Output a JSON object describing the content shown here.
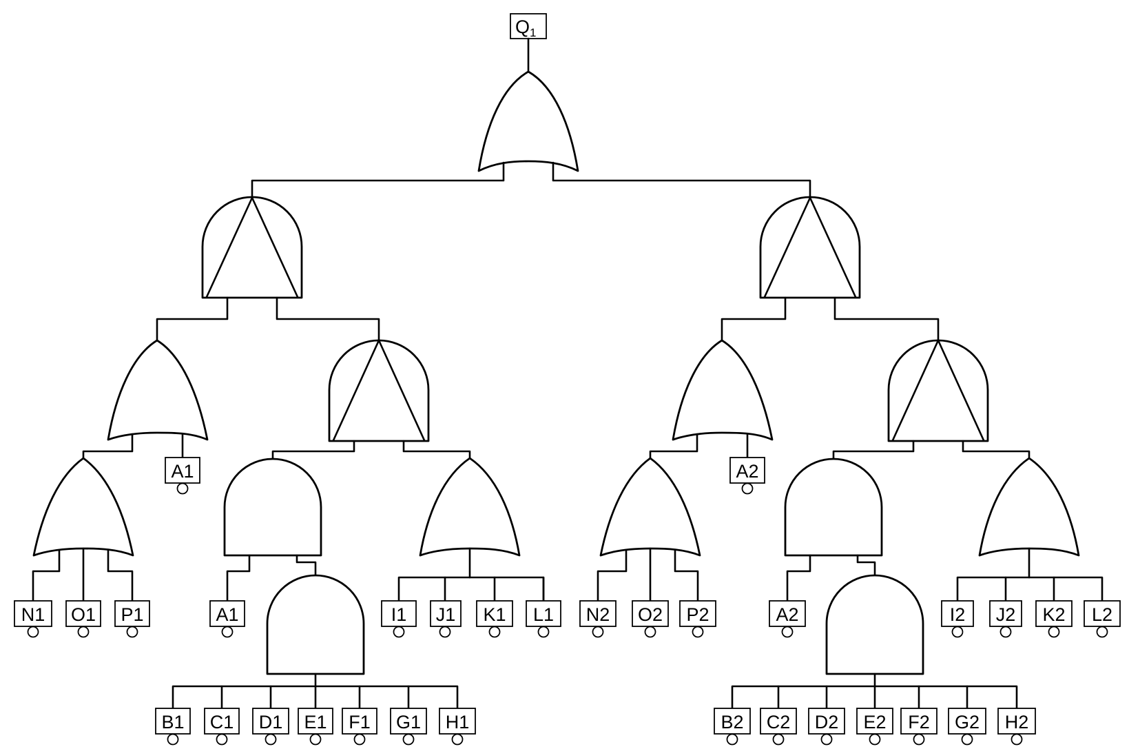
{
  "top_event": {
    "label": "Q",
    "subscript": "1"
  },
  "branches": [
    {
      "id": "1",
      "events": {
        "A1": "A1",
        "A1b": "A1",
        "N1": "N1",
        "O1": "O1",
        "P1": "P1",
        "I1": "I1",
        "J1": "J1",
        "K1": "K1",
        "L1": "L1",
        "B1": "B1",
        "C1": "C1",
        "D1": "D1",
        "E1": "E1",
        "F1": "F1",
        "G1": "G1",
        "H1": "H1"
      }
    },
    {
      "id": "2",
      "events": {
        "A2": "A2",
        "A2b": "A2",
        "N2": "N2",
        "O2": "O2",
        "P2": "P2",
        "I2": "I2",
        "J2": "J2",
        "K2": "K2",
        "L2": "L2",
        "B2": "B2",
        "C2": "C2",
        "D2": "D2",
        "E2": "E2",
        "F2": "F2",
        "G2": "G2",
        "H2": "H2"
      }
    }
  ]
}
